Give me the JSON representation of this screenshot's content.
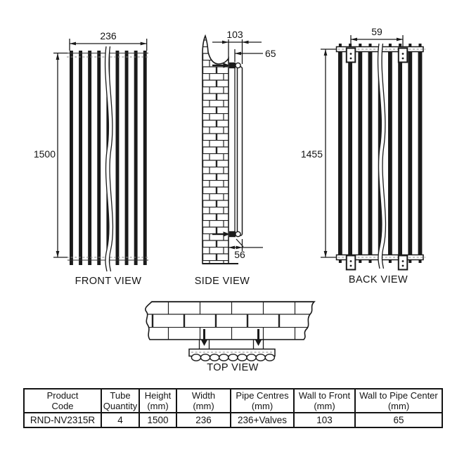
{
  "drawing": {
    "front": {
      "label": "FRONT VIEW",
      "dim_width": "236",
      "dim_height": "1500"
    },
    "side": {
      "label": "SIDE VIEW",
      "dim_wall_to_front": "103",
      "dim_wall_to_pipe": "65",
      "dim_bottom": "56"
    },
    "back": {
      "label": "BACK VIEW",
      "dim_bracket_centres": "59",
      "dim_bracket_height": "1455"
    },
    "top": {
      "label": "TOP VIEW"
    }
  },
  "table": {
    "headers": [
      {
        "line1": "Product",
        "line2": "Code"
      },
      {
        "line1": "Tube",
        "line2": "Quantity"
      },
      {
        "line1": "Height",
        "line2": "(mm)"
      },
      {
        "line1": "Width",
        "line2": "(mm)"
      },
      {
        "line1": "Pipe Centres",
        "line2": "(mm)"
      },
      {
        "line1": "Wall to Front",
        "line2": "(mm)"
      },
      {
        "line1": "Wall to Pipe Center",
        "line2": "(mm)"
      }
    ],
    "row": [
      "RND-NV2315R",
      "4",
      "1500",
      "236",
      "236+Valves",
      "103",
      "65"
    ]
  },
  "colors": {
    "line": "#1a1a1a",
    "dashed": "#8a8a8a",
    "background": "#ffffff"
  }
}
